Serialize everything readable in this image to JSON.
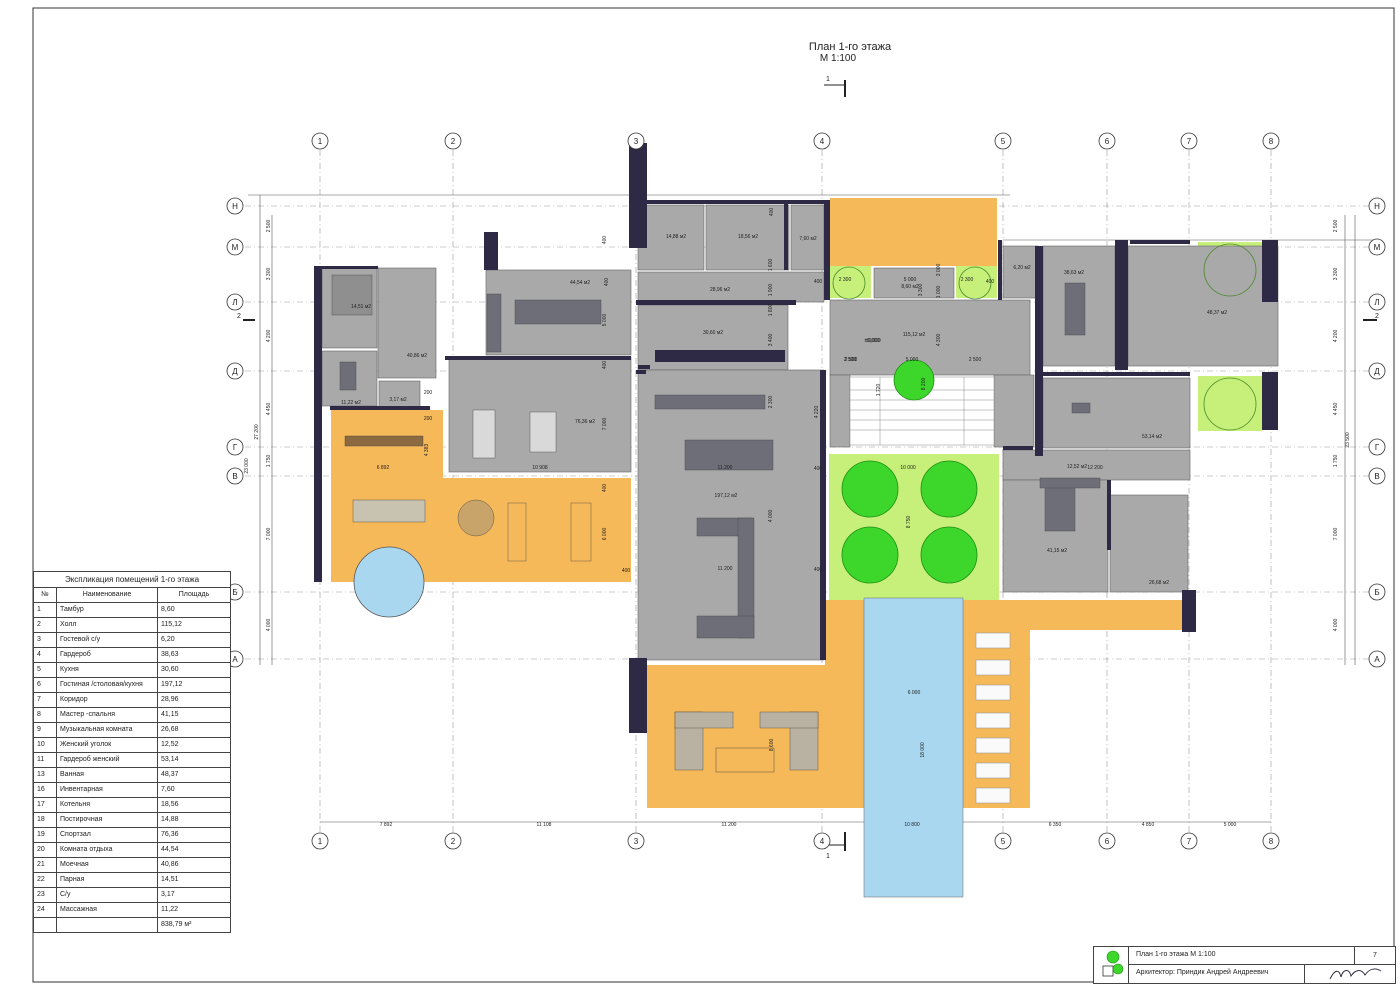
{
  "header": {
    "title": "План  1-го этажа",
    "scale": "М 1:100"
  },
  "section_mark": "1",
  "section_mark_side": "2",
  "axes": {
    "numbers": [
      "1",
      "2",
      "3",
      "4",
      "5",
      "6",
      "7",
      "8"
    ],
    "letters": [
      "Н",
      "М",
      "Л",
      "Д",
      "Г",
      "В",
      "Б",
      "А"
    ]
  },
  "dims": {
    "bottom": [
      "7 892",
      "11 108",
      "11 200",
      "10 800",
      "6 350",
      "4 850",
      "5 000"
    ],
    "left": [
      "2 500",
      "3 300",
      "4 200",
      "4 450",
      "1 750",
      "7 000",
      "4 000"
    ],
    "left_total": [
      "27 200",
      "23 000"
    ],
    "right": [
      "2 500",
      "3 300",
      "4 200",
      "4 450",
      "1 750",
      "7 000",
      "4 000"
    ],
    "right_total": "23 500",
    "inner": [
      "6 892",
      "10 908",
      "11 200",
      "11 200",
      "10 000",
      "8 750",
      "12 200",
      "6 000",
      "18 000",
      "8 600",
      "5 000",
      "4 383",
      "2 300",
      "5 000",
      "2 300",
      "2 500",
      "5 000",
      "2 500",
      "2 300",
      "7 000",
      "6 000",
      "1 720",
      "4 300",
      "4 220",
      "3 400",
      "1 900",
      "3 300",
      "4 000",
      "400",
      "400",
      "400",
      "400",
      "400",
      "400",
      "400",
      "400",
      "400",
      "200",
      "200",
      "400",
      "±0,000",
      "2 500",
      "8 200",
      "1 000",
      "1 600",
      "3 000",
      "1 800"
    ]
  },
  "room_areas": {
    "r14_51": "14,51 м2",
    "r40_86": "40,86 м2",
    "r11_22": "11,22 м2",
    "r3_17": "3,17 м2",
    "r44_54": "44,54 м2",
    "r76_36": "76,36 м2",
    "r14_88": "14,88 м2",
    "r18_56": "18,56 м2",
    "r7_60": "7,60 м2",
    "r28_96": "28,96 м2",
    "r30_60": "30,60 м2",
    "r197_12": "197,12 м2",
    "r8_60": "8,60 м2",
    "r115_12": "115,12 м2",
    "r6_20": "6,20 м2",
    "r38_63": "38,63 м2",
    "r48_37": "48,37 м2",
    "r53_14": "53,14 м2",
    "r12_52": "12,52 м2",
    "r41_15": "41,15 м2",
    "r26_68": "26,68 м2"
  },
  "legend": {
    "caption": "Экспликация помещений 1-го этажа",
    "headers": [
      "№",
      "Наименование",
      "Площадь"
    ],
    "rows": [
      [
        "1",
        "Тамбур",
        "8,60"
      ],
      [
        "2",
        "Холл",
        "115,12"
      ],
      [
        "3",
        "Гостевой с/у",
        "6,20"
      ],
      [
        "4",
        "Гардероб",
        "38,63"
      ],
      [
        "5",
        "Кухня",
        "30,60"
      ],
      [
        "6",
        "Гостиная /столовая/кухня",
        "197,12"
      ],
      [
        "7",
        "Коридор",
        "28,96"
      ],
      [
        "8",
        "Мастер -спальня",
        "41,15"
      ],
      [
        "9",
        "Музыкальная комната",
        "26,68"
      ],
      [
        "10",
        "Женский уголок",
        "12,52"
      ],
      [
        "11",
        "Гардероб женский",
        "53,14"
      ],
      [
        "13",
        "Ванная",
        "48,37"
      ],
      [
        "16",
        "Инвентарная",
        "7,60"
      ],
      [
        "17",
        "Котельня",
        "18,56"
      ],
      [
        "18",
        "Постирочная",
        "14,88"
      ],
      [
        "19",
        "Спортзал",
        "76,36"
      ],
      [
        "20",
        "Комната отдыха",
        "44,54"
      ],
      [
        "21",
        "Моечная",
        "40,86"
      ],
      [
        "22",
        "Парная",
        "14,51"
      ],
      [
        "23",
        "С/у",
        "3,17"
      ],
      [
        "24",
        "Массажная",
        "11,22"
      ]
    ],
    "total": "838,79 м²"
  },
  "title_block": {
    "drawing_name": "План  1-го этажа М 1:100",
    "sheet_number": "7",
    "architect": "Архитектор: Приндик Андрей Андреевич"
  },
  "colors": {
    "room_gray": "#a9a9a9",
    "wall": "#2e2a45",
    "terrace": "#f5b95a",
    "lawn": "#c6f07a",
    "tree": "#3dd62a",
    "pool": "#a9d7f0"
  }
}
